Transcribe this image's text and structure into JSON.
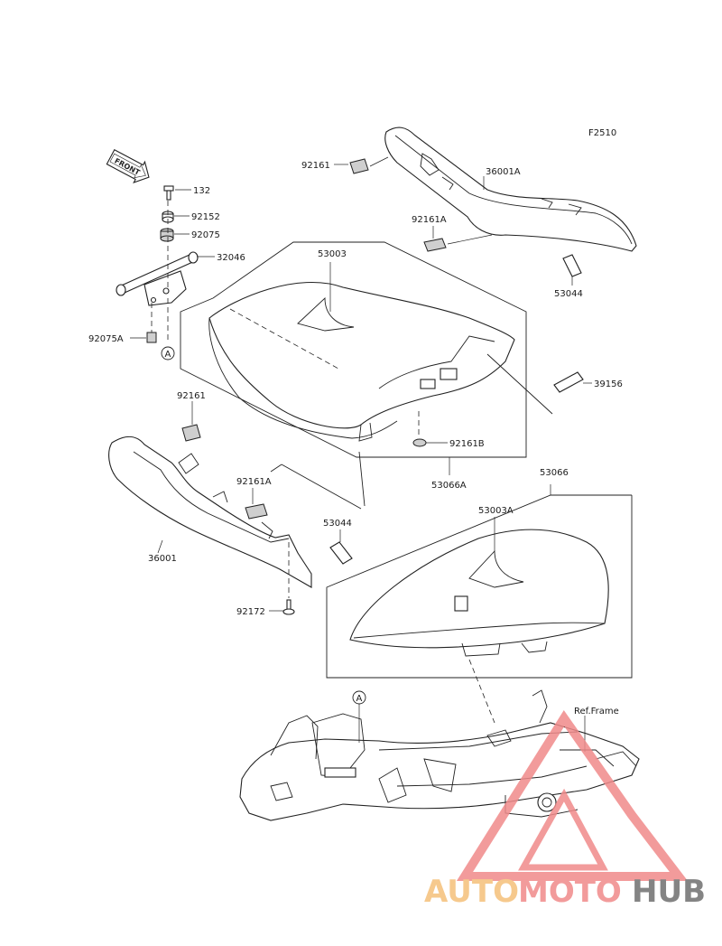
{
  "figure": {
    "code": "F2510",
    "front_label": "FRONT",
    "callout_marker": "A",
    "ref_frame": "Ref.Frame"
  },
  "parts": {
    "p132": "132",
    "p92152": "92152",
    "p92075": "92075",
    "p32046": "32046",
    "p92075A": "92075A",
    "p53003": "53003",
    "p92161_top": "92161",
    "p36001A": "36001A",
    "p92161A_top": "92161A",
    "p53044_top": "53044",
    "p39156": "39156",
    "p92161B": "92161B",
    "p53066A": "53066A",
    "p92161_left": "92161",
    "p92161A_left": "92161A",
    "p53044_mid": "53044",
    "p36001": "36001",
    "p92172": "92172",
    "p53066": "53066",
    "p53003A": "53003A"
  },
  "watermark": {
    "part1": "AUTO",
    "part2": "MOTO",
    "part3": "HUB",
    "color_auto": "#f5c07a",
    "color_moto": "#f08a8a",
    "color_hub": "#6f6f6f"
  }
}
